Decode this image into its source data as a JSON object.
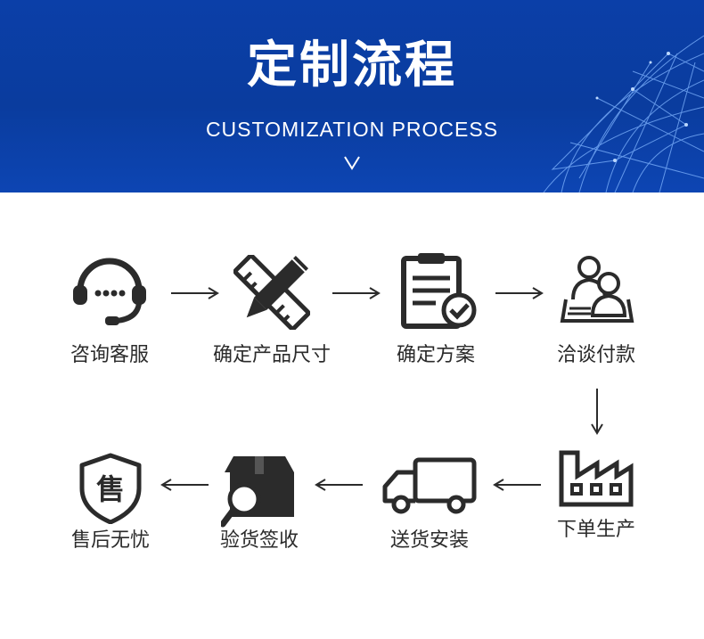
{
  "header": {
    "title": "定制流程",
    "subtitle": "CUSTOMIZATION PROCESS"
  },
  "steps": [
    {
      "label": "咨询客服",
      "icon": "headset-icon"
    },
    {
      "label": "确定产品尺寸",
      "icon": "ruler-pencil-icon"
    },
    {
      "label": "确定方案",
      "icon": "checklist-clipboard-icon"
    },
    {
      "label": "洽谈付款",
      "icon": "people-meeting-icon"
    },
    {
      "label": "下单生产",
      "icon": "factory-icon"
    },
    {
      "label": "送货安装",
      "icon": "delivery-truck-icon"
    },
    {
      "label": "验货签收",
      "icon": "package-inspect-icon"
    },
    {
      "label": "售后无忧",
      "icon": "shield-icon"
    }
  ],
  "shield_char": "售",
  "colors": {
    "banner": "#0a3c9e",
    "icon": "#2b2b2b",
    "text": "#2b2b2b"
  }
}
